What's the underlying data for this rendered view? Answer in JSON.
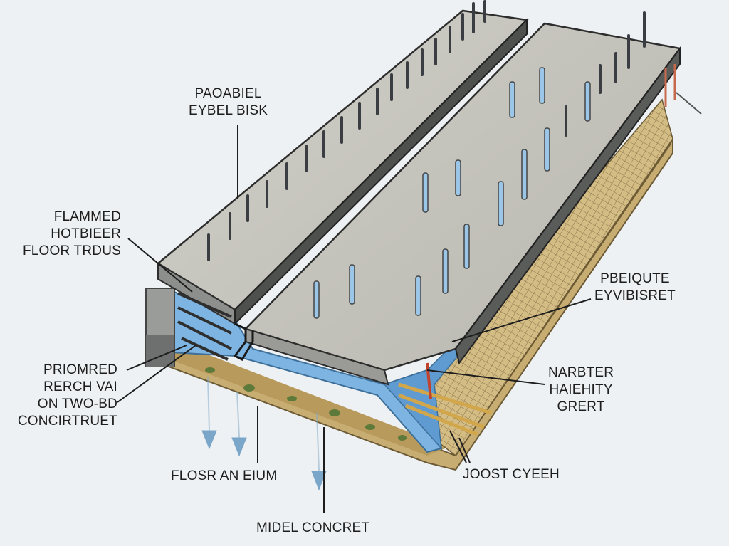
{
  "labels": {
    "top_center": [
      "PAOABIEL",
      "EYBEL BISK"
    ],
    "left_upper": [
      "FLAMMED",
      "HOTBIEER",
      "FLOOR TRDUS"
    ],
    "left_lower": [
      "PRIOMRED",
      "RERCH VAI",
      "ON TWO-BD",
      "CONCIRTRUET"
    ],
    "right_upper": [
      "PBEIQUTE",
      "EYVIBISRET"
    ],
    "right_middle": [
      "NARBTER",
      "HAIEHITY",
      "GRERT"
    ],
    "bottom_center": "FLOSR AN EIUM",
    "bottom_right": "JOOST CYEEH",
    "footer": "MIDEL CONCRET"
  },
  "colors": {
    "background": "#eef1f3",
    "slab_top": "#c9c8c0",
    "slab_edge": "#5d5f5c",
    "joint": "#2a2a2a",
    "membrane": "#7db4e2",
    "soil": "#c8ad73",
    "mesh": "#a78e5c",
    "rod": "#3a3d42",
    "sensor": "#8fbfe6",
    "arrow": "#7aa6c9"
  }
}
